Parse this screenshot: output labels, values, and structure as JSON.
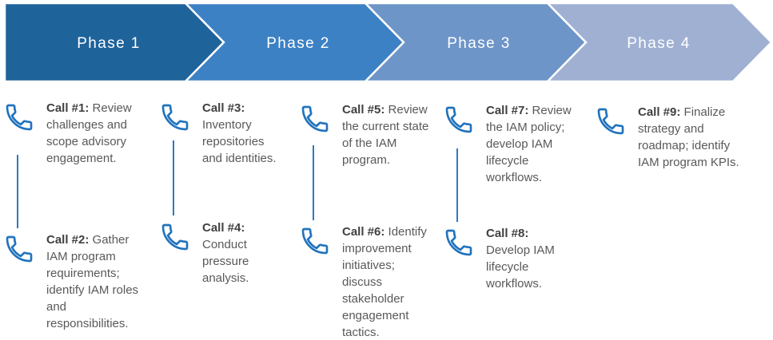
{
  "phases": [
    {
      "label": "Phase 1"
    },
    {
      "label": "Phase 2"
    },
    {
      "label": "Phase 3"
    },
    {
      "label": "Phase 4"
    }
  ],
  "columns": [
    {
      "calls": [
        {
          "label": "Call #1:",
          "text": "Review challenges and scope advisory engagement."
        },
        {
          "label": "Call #2:",
          "text": "Gather IAM program requirements; identify IAM roles and responsibilities."
        }
      ]
    },
    {
      "calls": [
        {
          "label": "Call #3:",
          "text": "Inventory repositories and identities."
        },
        {
          "label": "Call #4:",
          "text": "Conduct pressure analysis."
        }
      ]
    },
    {
      "calls": [
        {
          "label": "Call #5:",
          "text": "Review the current state of the IAM program."
        },
        {
          "label": "Call #6:",
          "text": "Identify improvement initiatives; discuss stakeholder engagement tactics."
        }
      ]
    },
    {
      "calls": [
        {
          "label": "Call #7:",
          "text": "Review the IAM policy; develop IAM lifecycle workflows."
        },
        {
          "label": "Call #8:",
          "text": "Develop IAM lifecycle workflows."
        }
      ]
    },
    {
      "calls": [
        {
          "label": "Call #9:",
          "text": "Finalize strategy and roadmap; identify IAM program KPIs."
        }
      ]
    }
  ],
  "icons": {
    "phone": "phone-handset-icon"
  },
  "colors": {
    "phase1": "#1f639b",
    "phase2": "#3d81c5",
    "phase3": "#6e95c8",
    "phase4": "#9fb0d3",
    "phase_label": "#ffffff",
    "icon_stroke": "#2173bd",
    "connector": "#2b79c2",
    "label_text": "#414042",
    "body_text": "#58595b"
  }
}
